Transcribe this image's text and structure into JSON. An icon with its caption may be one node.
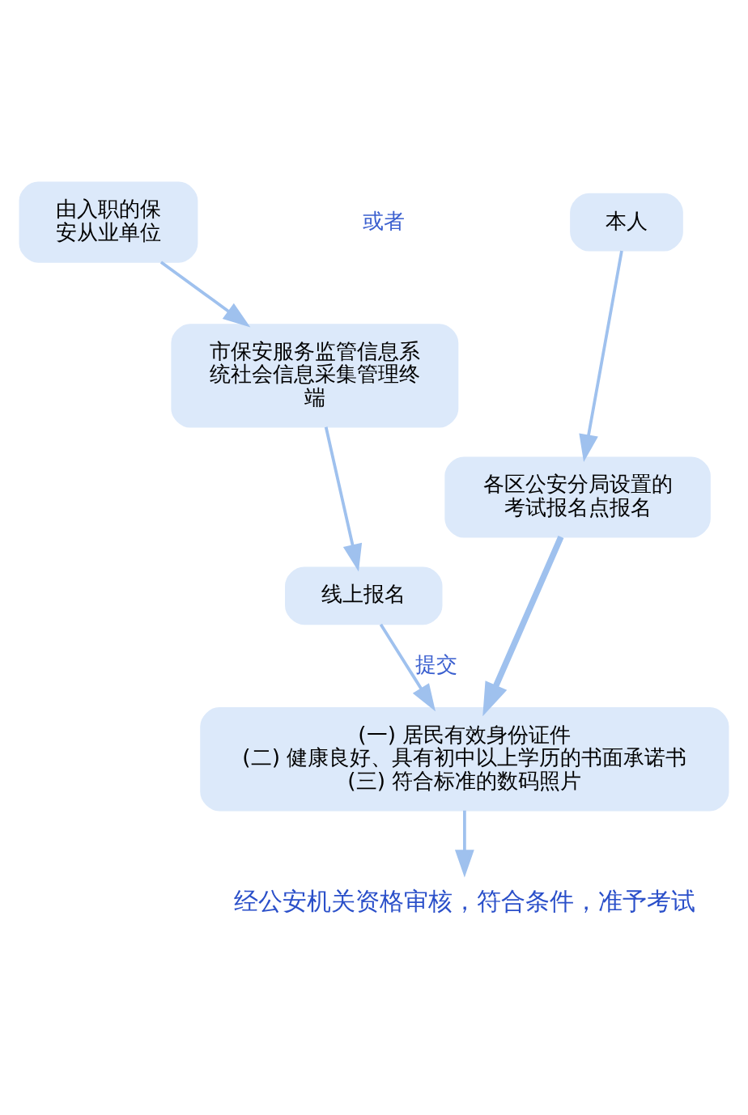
{
  "diagram": {
    "nodes": [
      {
        "text": [
          "由入职的保安从业单位"
        ]
      },
      {
        "text": [
          "本人"
        ]
      },
      {
        "text": [
          "市保安服务监管信息系统社会信息采集管理终端"
        ]
      },
      {
        "text": [
          "各区公安分局设置的考试报名点报名"
        ]
      },
      {
        "text": [
          "线上报名"
        ]
      },
      {
        "text": [
          "(一) 居民有效身份证件",
          "(二) 健康良好、具有初中以上学历的书面承诺书",
          "(三) 符合标准的数码照片"
        ]
      },
      {
        "text": [
          "经公安机关资格审核，符合条件，准予考试"
        ]
      }
    ],
    "edges": [
      {
        "from": 0,
        "to": 2,
        "arrow": "to"
      },
      {
        "from": 1,
        "to": 3,
        "arrow": "to"
      },
      {
        "from": 2,
        "to": 4,
        "arrow": "to"
      },
      {
        "from": 4,
        "to": 5,
        "arrow": "to",
        "label": "提交"
      },
      {
        "from": 3,
        "to": 5,
        "arrow": "to",
        "style": "thick"
      },
      {
        "from": 5,
        "to": 6,
        "arrow": "to"
      }
    ],
    "labels": [
      "或者"
    ]
  }
}
